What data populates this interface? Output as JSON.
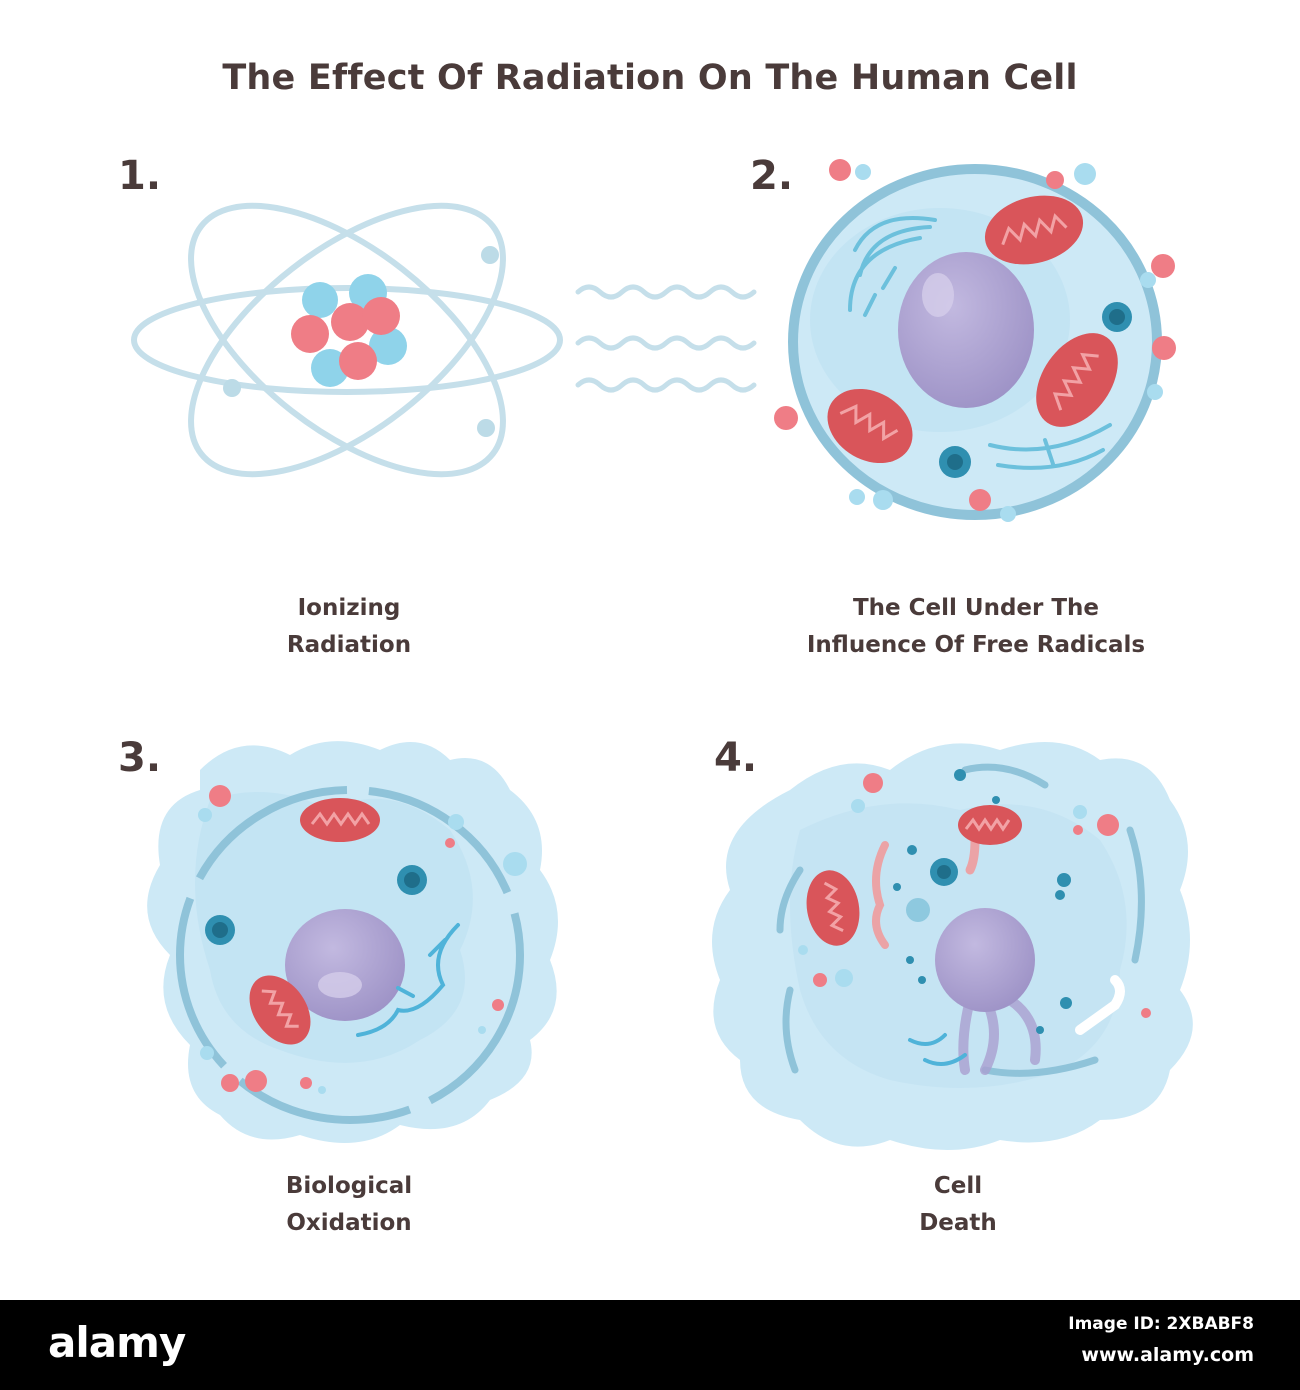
{
  "title": "The Effect Of Radiation On The Human Cell",
  "steps": [
    {
      "number": "1.",
      "caption_line1": "Ionizing",
      "caption_line2": "Radiation"
    },
    {
      "number": "2.",
      "caption_line1": "The Cell Under The",
      "caption_line2": "Influence Of Free Radicals"
    },
    {
      "number": "3.",
      "caption_line1": "Biological",
      "caption_line2": "Oxidation"
    },
    {
      "number": "4.",
      "caption_line1": "Cell",
      "caption_line2": "Death"
    }
  ],
  "footer": {
    "logo": "alamy",
    "image_id": "Image ID: 2XBABF8",
    "url": "www.alamy.com"
  },
  "colors": {
    "cell_fill": "#cde9f6",
    "membrane": "#8fc3d9",
    "nucleus": "#a99fcf",
    "mitochondria": "#d9555a",
    "proton": "#ef7d86",
    "neutron": "#8fd3ea",
    "text": "#4a3b3a"
  }
}
